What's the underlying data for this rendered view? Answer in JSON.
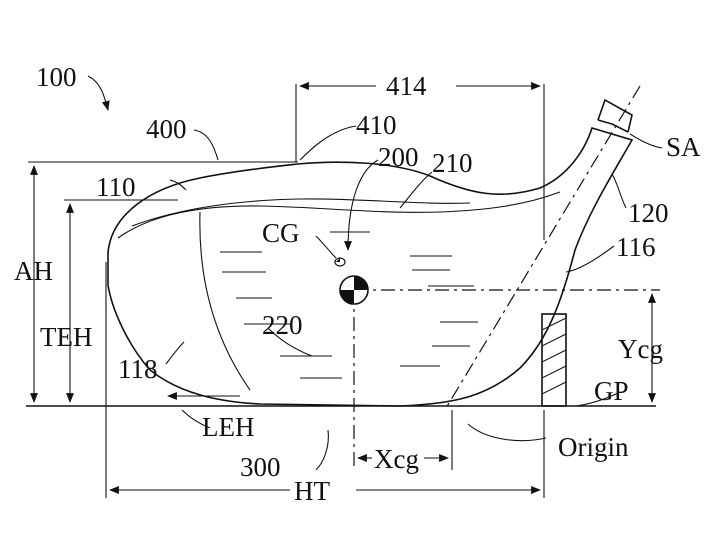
{
  "figure": {
    "labels": {
      "ref_100": "100",
      "ref_400": "400",
      "ref_410": "410",
      "ref_414": "414",
      "ref_200": "200",
      "ref_210": "210",
      "ref_110": "110",
      "ref_120": "120",
      "ref_116": "116",
      "ref_118": "118",
      "ref_220": "220",
      "ref_300": "300",
      "sa": "SA",
      "cg": "CG",
      "ah": "AH",
      "teh": "TEH",
      "ycg": "Ycg",
      "gp": "GP",
      "leh": "LEH",
      "xcg": "Xcg",
      "origin": "Origin",
      "ht": "HT"
    }
  }
}
